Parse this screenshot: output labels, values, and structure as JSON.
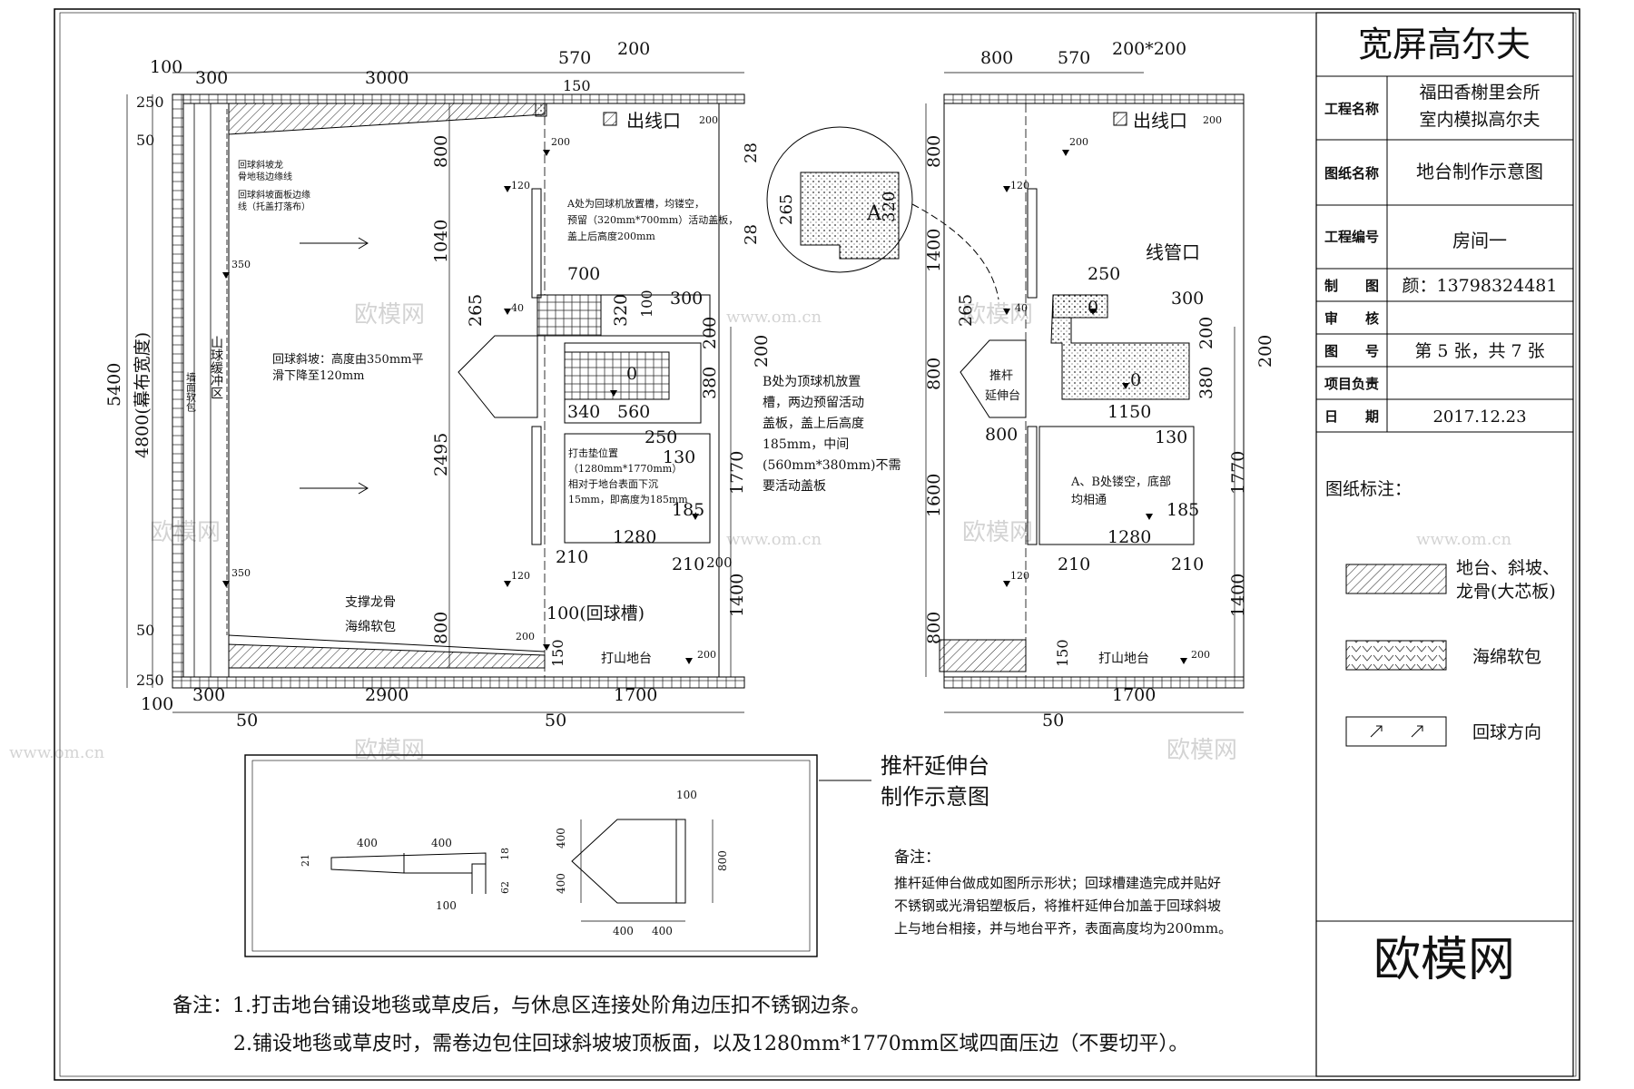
{
  "title_block": {
    "company": "宽屏高尔夫",
    "project_label": "工程名称",
    "project_line1": "福田香榭里会所",
    "project_line2": "室内模拟高尔夫",
    "drawing_label": "图纸名称",
    "drawing_value": "地台制作示意图",
    "code_label": "工程编号",
    "code_value": "房间一",
    "drawn_label": "制　　图",
    "drawn_value": "颜：13798324481",
    "check_label": "审　　核",
    "check_value": "",
    "number_label": "图　　号",
    "number_value": "第 5 张，共 7 张",
    "lead_label": "项目负责",
    "lead_value": "",
    "date_label": "日　　期",
    "date_value": "2017.12.23",
    "legend_title": "图纸标注：",
    "legend": [
      {
        "line1": "地台、斜坡、",
        "line2": "龙骨(大芯板)"
      },
      {
        "line1": "海绵软包",
        "line2": ""
      },
      {
        "line1": "回球方向",
        "line2": ""
      }
    ],
    "brand": "欧模网"
  },
  "left_plan": {
    "dims_top": [
      "100",
      "300",
      "3000",
      "570",
      "200",
      "150"
    ],
    "dims_left": [
      "250",
      "50",
      "5400",
      "4800(幕布宽度)",
      "50",
      "250"
    ],
    "dims_bottom": [
      "100",
      "300",
      "2900",
      "1700",
      "50",
      "50"
    ],
    "dims_right": [
      "200",
      "1770",
      "1400",
      "150"
    ],
    "dims_mid": [
      "800",
      "1040",
      "265",
      "2495",
      "800"
    ],
    "cable_outlet": "出线口",
    "notes_slope_top": [
      "回球斜坡龙",
      "骨地毯边缘线",
      "回球斜坡面板边缘",
      "线（托盖打落布）"
    ],
    "buffer_zone": "山球缓冲区",
    "sponge_wall": "墙面软包",
    "slope_text_1": "回球斜坡：高度由350mm平",
    "slope_text_2": "滑下降至120mm",
    "a_note": [
      "A处为回球机放置槽，均镂空，",
      "预留（320mm*700mm）活动盖板，",
      "盖上后高度200mm"
    ],
    "b_note": [
      "B处为顶球机放置",
      "槽，两边预留活动",
      "盖板，盖上后高度",
      "185mm，中间",
      "(560mm*380mm)不需",
      "要活动盖板"
    ],
    "pad_note": [
      "打击垫位置",
      "（1280mm*1770mm）",
      "相对于地台表面下沉",
      "15mm，即高度为185mm"
    ],
    "support": "支撑龙骨",
    "sponge": "海绵软包",
    "groove": "100(回球槽)",
    "hit_stage": "打山地台",
    "values": [
      "700",
      "320",
      "100",
      "300",
      "200",
      "380",
      "340",
      "560",
      "250",
      "130",
      "185",
      "1280",
      "210",
      "210",
      "200",
      "350",
      "350",
      "120",
      "120",
      "40",
      "0",
      "200",
      "200",
      "200",
      "200"
    ]
  },
  "detail": {
    "dims": [
      "28",
      "265",
      "28",
      "320"
    ],
    "label": "A"
  },
  "right_plan": {
    "dims_top": [
      "800",
      "570",
      "200*200"
    ],
    "cable_outlet": "出线口",
    "pipe_outlet": "线管口",
    "dims_left": [
      "800",
      "1400",
      "265",
      "800",
      "1600",
      "800"
    ],
    "dims_right": [
      "200",
      "380",
      "1770",
      "1400",
      "150",
      "200"
    ],
    "dims_bottom": [
      "1700",
      "50"
    ],
    "extension": [
      "推杆",
      "延伸台"
    ],
    "ab_note": [
      "A、B处镂空，底部",
      "均相通"
    ],
    "values": [
      "250",
      "300",
      "1150",
      "130",
      "185",
      "1280",
      "210",
      "210",
      "800",
      "0",
      "0",
      "40",
      "120",
      "120",
      "200",
      "200",
      "200"
    ],
    "hit_stage": "打山地台"
  },
  "extension_detail": {
    "title_1": "推杆延伸台",
    "title_2": "制作示意图",
    "dims_side": [
      "400",
      "400",
      "21",
      "18",
      "62",
      "100"
    ],
    "dims_plan": [
      "100",
      "400",
      "400",
      "800",
      "400",
      "400"
    ],
    "remark_title": "备注：",
    "remark_lines": [
      "推杆延伸台做成如图所示形状；回球槽建造完成并贴好",
      "不锈钢或光滑铝塑板后，将推杆延伸台加盖于回球斜坡",
      "上与地台相接，并与地台平齐，表面高度均为200mm。"
    ]
  },
  "footer": {
    "line1": "备注：1.打击地台铺设地毯或草皮后，与休息区连接处阶角边压扣不锈钢边条。",
    "line2": "2.铺设地毯或草皮时，需卷边包住回球斜坡坡顶板面，以及1280mm*1770mm区域四面压边（不要切平）。"
  },
  "watermarks": [
    "欧模网",
    "www.om.cn"
  ]
}
